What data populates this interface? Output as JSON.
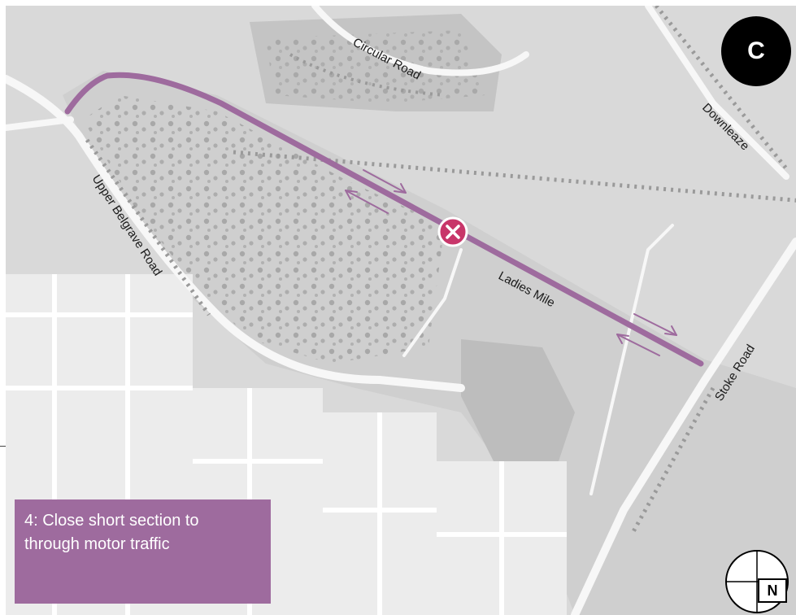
{
  "map": {
    "section_id": "C",
    "caption": {
      "line1": "4: Close short section to",
      "line2": "through motor traffic"
    },
    "road_labels": {
      "circular_road": "Circular Road",
      "downleaze": "Downleaze",
      "upper_belgrave_road": "Upper Belgrave Road",
      "ladies_mile": "Ladies Mile",
      "stoke_road": "Stoke Road"
    },
    "north_label": "N",
    "colors": {
      "route": "#9e6b9e",
      "closure_marker": "#c8366a",
      "caption_background": "#9e6b9e",
      "badge": "#000000"
    },
    "icons": {
      "closure": "closed-x-icon",
      "two_way": "two-way-arrows-icon",
      "north": "north-arrow-icon"
    }
  }
}
